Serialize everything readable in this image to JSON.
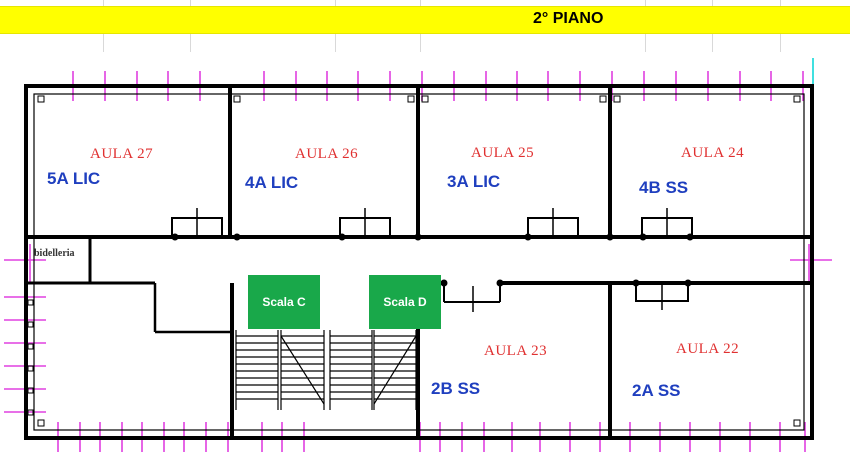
{
  "header": {
    "title": "2° PIANO",
    "banner_color": "#ffff00"
  },
  "colors": {
    "room_text": "#e03030",
    "class_text": "#1f3fbf",
    "stair_fill": "#19a84a",
    "tick": "#e040e0",
    "wall": "#000000"
  },
  "rooms": [
    {
      "room": "AULA 27",
      "class": "5A LIC"
    },
    {
      "room": "AULA 26",
      "class": "4A LIC"
    },
    {
      "room": "AULA 25",
      "class": "3A LIC"
    },
    {
      "room": "AULA 24",
      "class": "4B SS"
    },
    {
      "room": "AULA 23",
      "class": "2B SS"
    },
    {
      "room": "AULA 22",
      "class": "2A SS"
    }
  ],
  "service": {
    "label": "bidelleria"
  },
  "stairs": [
    {
      "label": "Scala C"
    },
    {
      "label": "Scala D"
    }
  ]
}
